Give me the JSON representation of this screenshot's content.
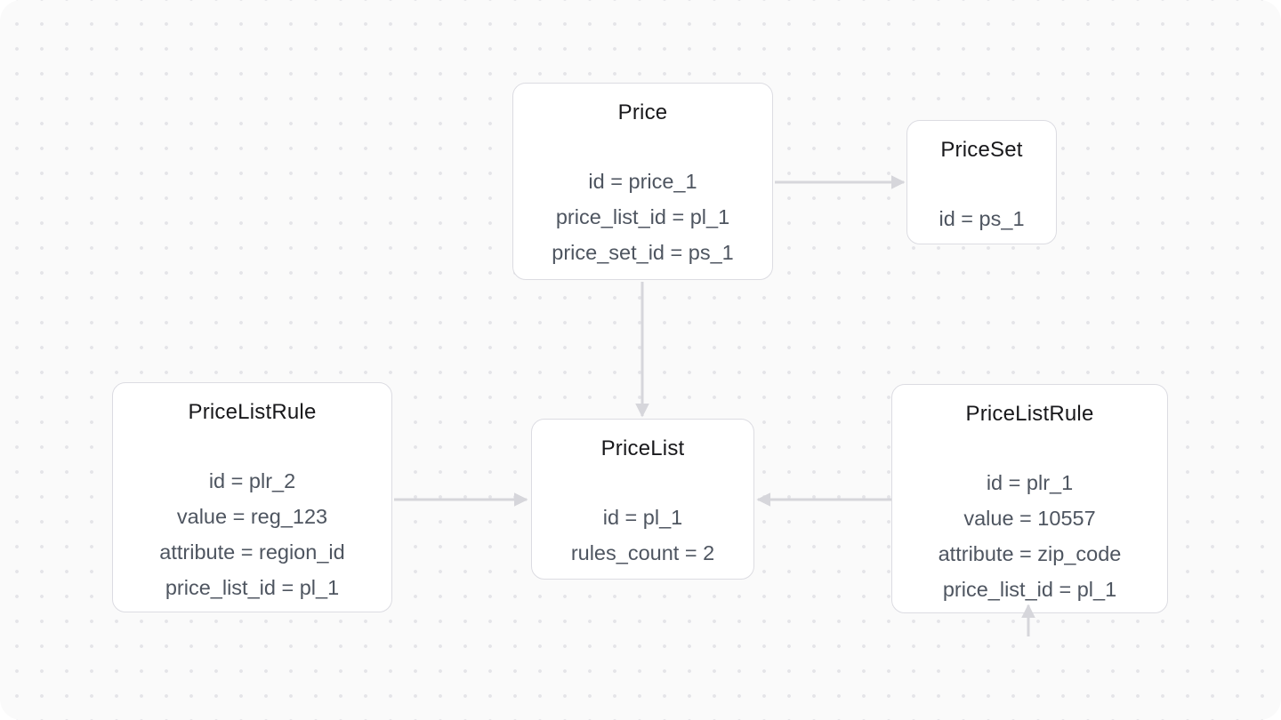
{
  "canvas": {
    "background": "#fafafa",
    "dot_color": "#e4e4e8",
    "node_background": "#ffffff",
    "node_border": "#dcdce2",
    "arrow_color": "#d6d6db",
    "title_color": "#18181b",
    "field_color": "#4e5560"
  },
  "nodes": [
    {
      "id": "price",
      "title": "Price",
      "fields": [
        "id = price_1",
        "price_list_id = pl_1",
        "price_set_id = ps_1"
      ]
    },
    {
      "id": "price-set",
      "title": "PriceSet",
      "fields": [
        "id = ps_1"
      ]
    },
    {
      "id": "price-list-rule-left",
      "title": "PriceListRule",
      "fields": [
        "id = plr_2",
        "value = reg_123",
        "attribute = region_id",
        "price_list_id = pl_1"
      ]
    },
    {
      "id": "price-list",
      "title": "PriceList",
      "fields": [
        "id = pl_1",
        "rules_count = 2"
      ]
    },
    {
      "id": "price-list-rule-right",
      "title": "PriceListRule",
      "fields": [
        "id = plr_1",
        "value = 10557",
        "attribute = zip_code",
        "price_list_id = pl_1"
      ]
    }
  ],
  "edges": [
    {
      "from": "Price",
      "to": "PriceSet"
    },
    {
      "from": "Price",
      "to": "PriceList"
    },
    {
      "from": "PriceListRule (plr_2)",
      "to": "PriceList"
    },
    {
      "from": "PriceListRule (plr_1)",
      "to": "PriceList"
    },
    {
      "from": "below-canvas",
      "to": "PriceListRule (plr_1)"
    }
  ]
}
